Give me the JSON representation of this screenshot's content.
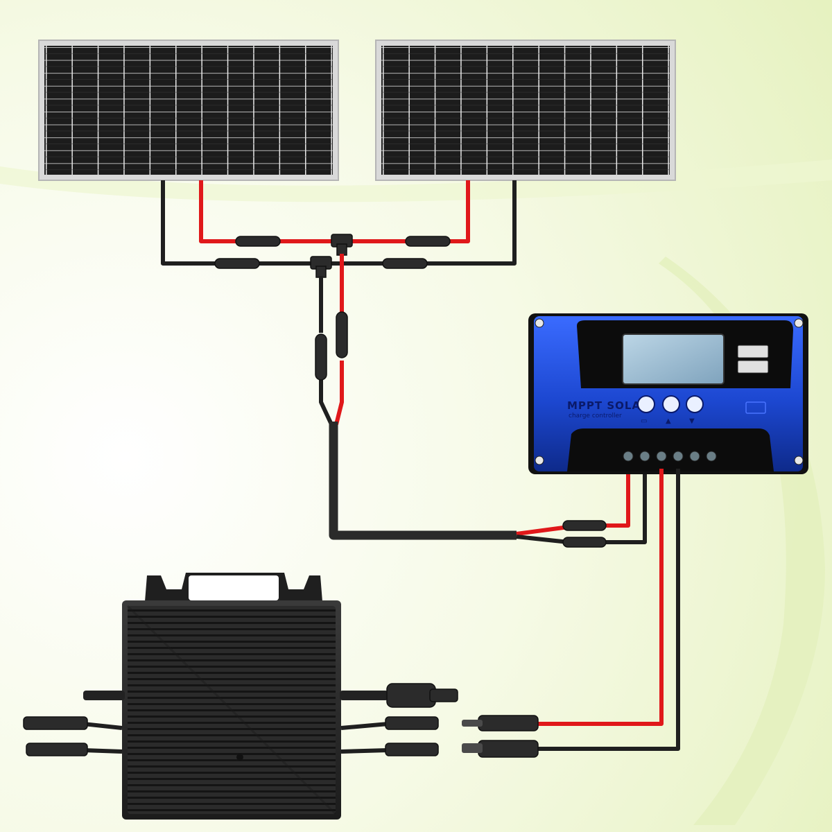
{
  "controller": {
    "brand_line1": "MPPT SOLAR",
    "brand_line2": "charge controller"
  },
  "colors": {
    "background_gradient": [
      "#ffffff",
      "#e9f4c4"
    ],
    "positive_wire": "#e0181a",
    "negative_wire": "#1f1f1f",
    "controller_body": "#1e4fd8",
    "inverter_body": "#2a2a2a"
  },
  "components": [
    "solar-panel-left",
    "solar-panel-right",
    "y-branch-connectors",
    "mppt-charge-controller",
    "grid-tie-micro-inverter",
    "mc4-connectors"
  ]
}
